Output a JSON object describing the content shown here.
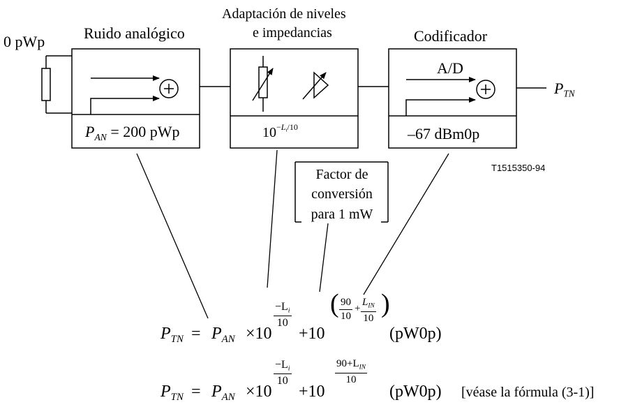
{
  "figure_id": "T1515350-94",
  "input_label": "0 pWp",
  "blocks": [
    {
      "name": "analog-noise",
      "title": "Ruido analógico",
      "value_var": "P",
      "value_sub": "AN",
      "value_rest": " = 200 pWp"
    },
    {
      "name": "level-adaptation",
      "title_line1": "Adaptación de niveles",
      "title_line2": "e impedancias",
      "value_base": "10",
      "value_exp_pre": "−",
      "value_exp_var": "L",
      "value_exp_sub": "i",
      "value_exp_post": "/10"
    },
    {
      "name": "coder",
      "title": "Codificador",
      "inner_label": "A/D",
      "value": "–67 dBm0p"
    }
  ],
  "output_label_var": "P",
  "output_label_sub": "TN",
  "conversion_box": {
    "line1": "Factor de",
    "line2": "conversión",
    "line3": "para 1 mW"
  },
  "formula1": {
    "lhs_var": "P",
    "lhs_sub": "TN",
    "eq": "=",
    "p_var": "P",
    "p_sub": "AN",
    "times": "×10",
    "exp_num": "−L",
    "exp_num_sub": "i",
    "exp_den": "10",
    "plus": "+10",
    "exp2_a_num": "90",
    "exp2_a_den": "10",
    "exp2_plus": "+",
    "exp2_b_num": "L",
    "exp2_b_num_sub": "IN",
    "exp2_b_den": "10",
    "unit": "(pW0p)"
  },
  "formula2": {
    "lhs_var": "P",
    "lhs_sub": "TN",
    "eq": "=",
    "p_var": "P",
    "p_sub": "AN",
    "times": "×10",
    "exp_num": "−L",
    "exp_num_sub": "i",
    "exp_den": "10",
    "plus": "+10",
    "exp2_num": "90+L",
    "exp2_num_sub": "IN",
    "exp2_den": "10",
    "unit": "(pW0p)",
    "note": "[véase la fórmula (3-1)]"
  }
}
